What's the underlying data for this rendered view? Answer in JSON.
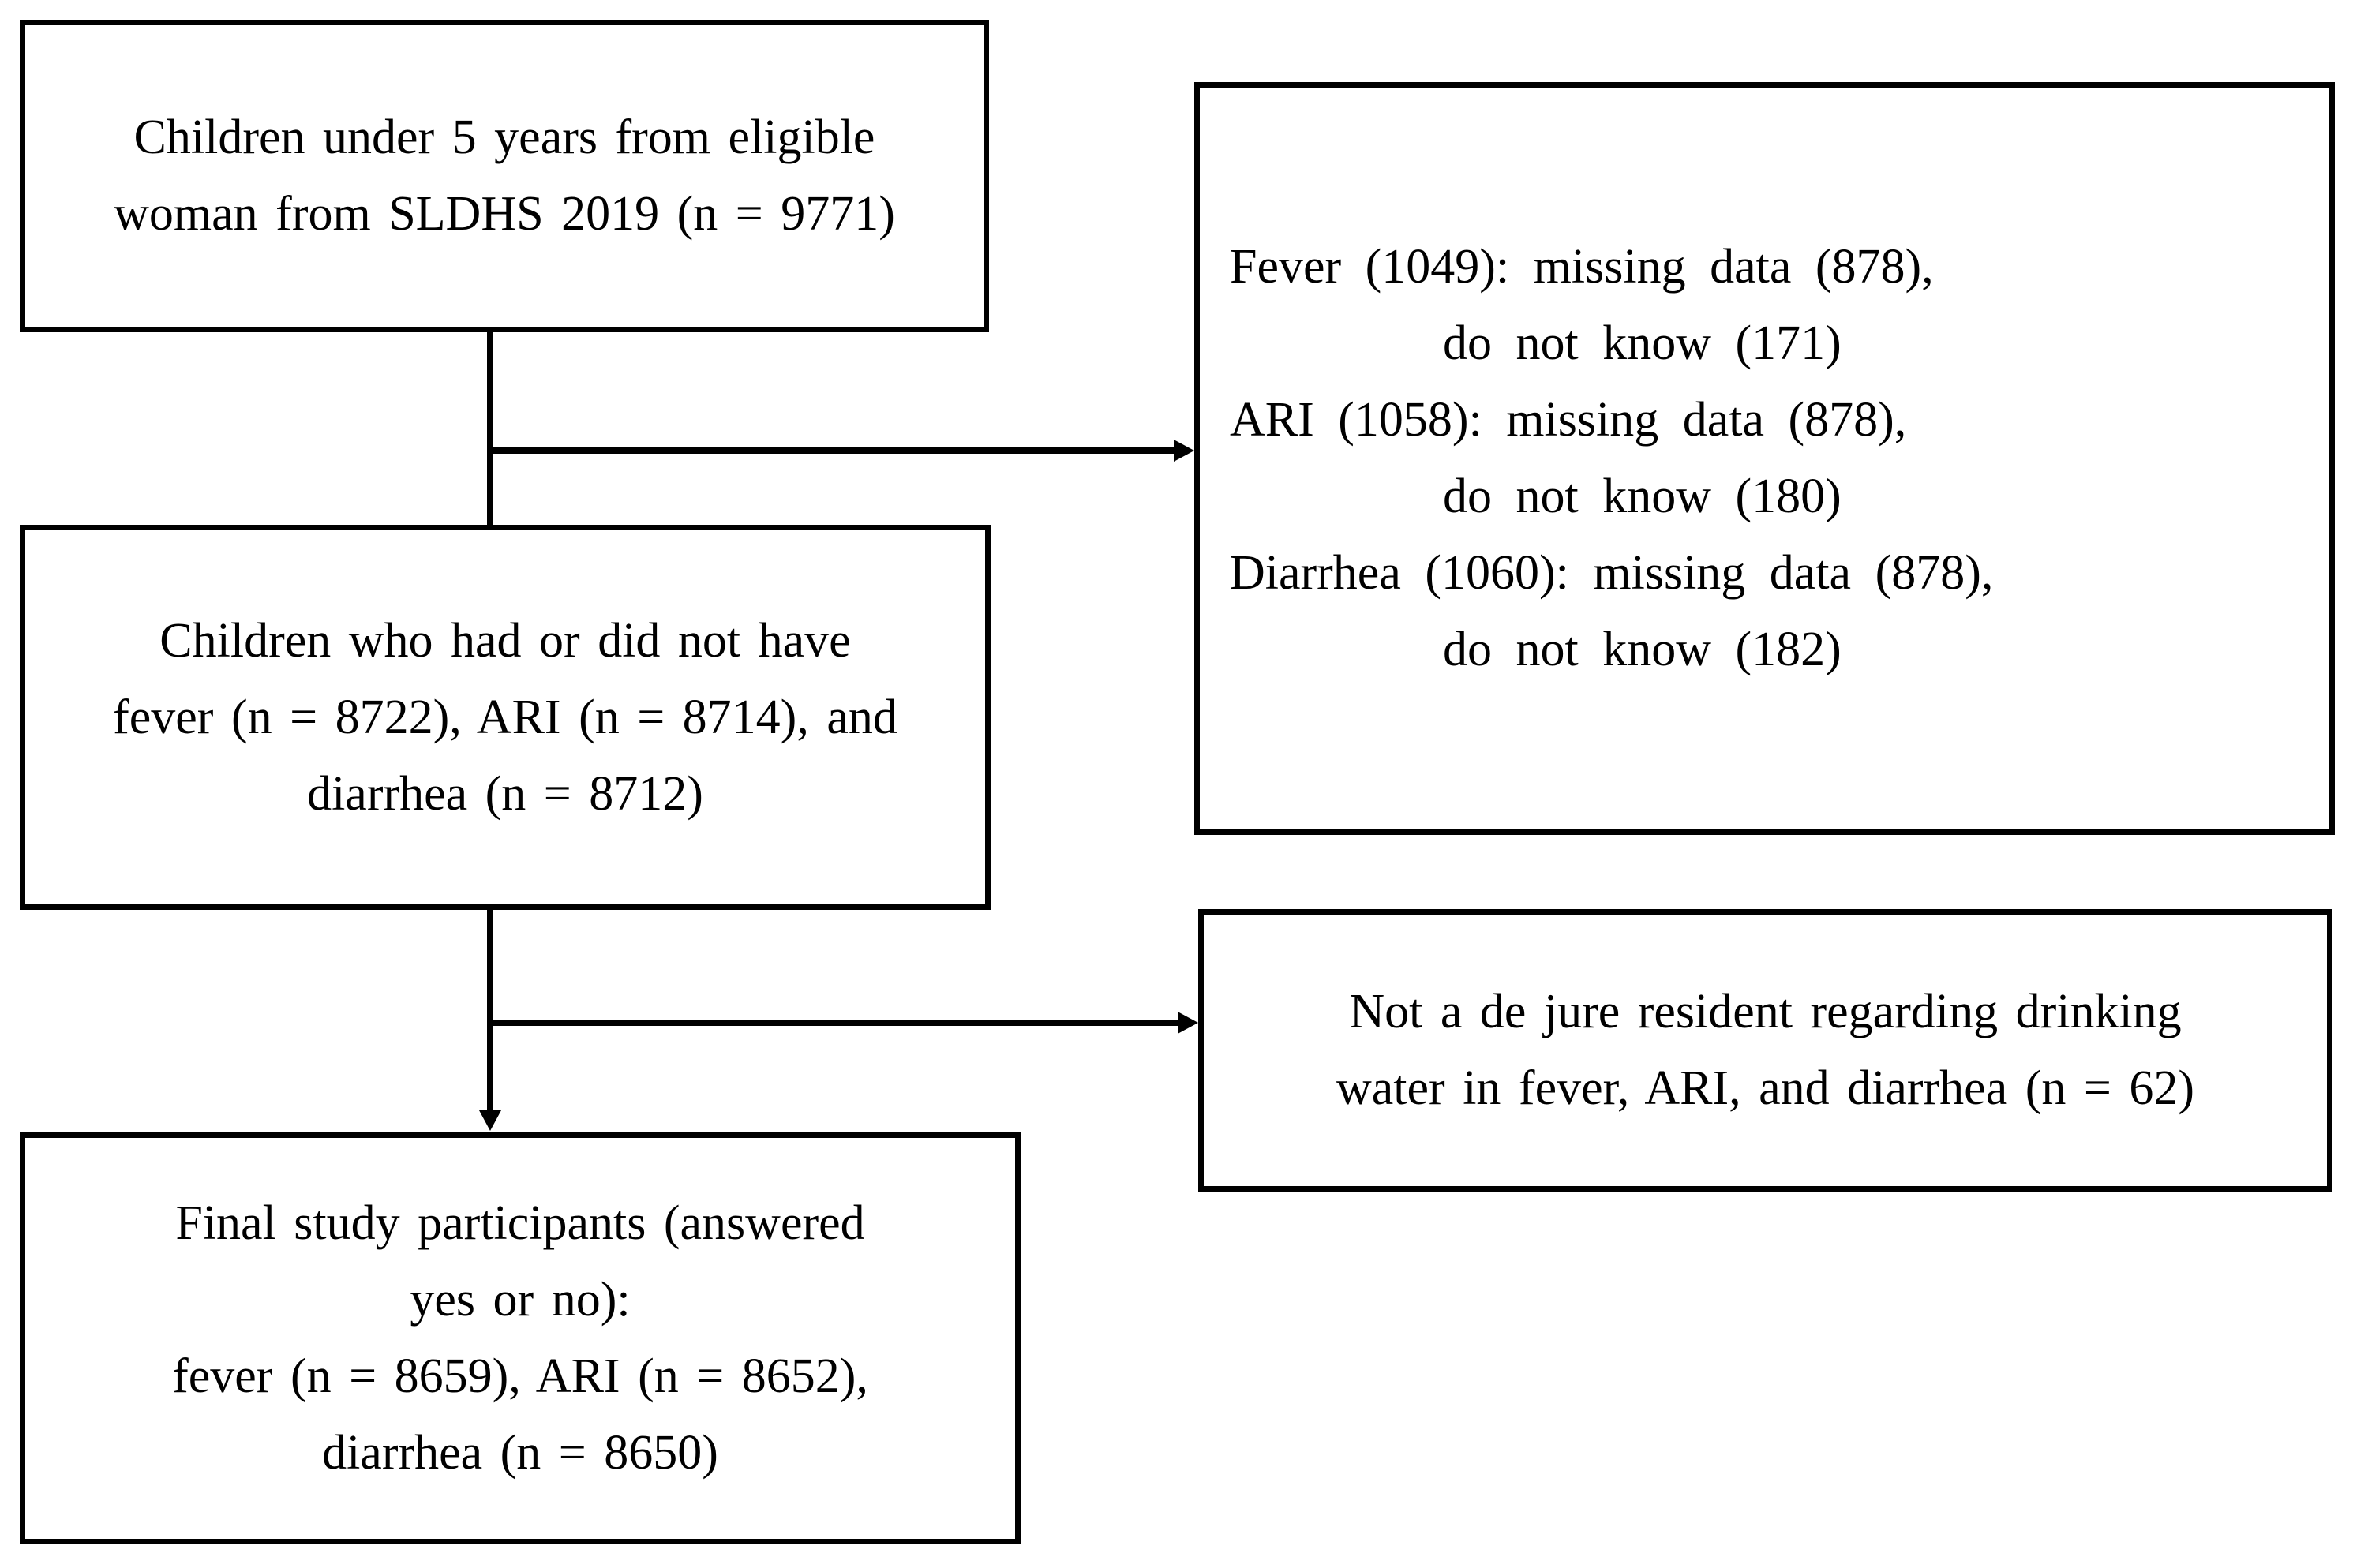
{
  "figure": {
    "description": "Flowchart of study participant selection",
    "background_color": "#ffffff",
    "stroke_color": "#000000"
  },
  "boxes": {
    "source": {
      "lines": [
        "Children under 5 years from eligible",
        "woman from SLDHS 2019 (n = 9771)"
      ]
    },
    "exclusion_missing": {
      "lines": [
        "Fever (1049): missing data (878),",
        "do not know (171)",
        "ARI (1058): missing data (878),",
        "do not know (180)",
        "Diarrhea (1060): missing data (878),",
        "do not know (182)"
      ]
    },
    "intermediate": {
      "lines": [
        "Children who had or did not have",
        "fever (n = 8722), ARI (n = 8714), and",
        "diarrhea (n = 8712)"
      ]
    },
    "exclusion_residency": {
      "lines": [
        "Not a de jure resident regarding drinking",
        "water in fever, ARI, and diarrhea (n = 62)"
      ]
    },
    "final": {
      "lines": [
        "Final study participants (answered",
        "yes or no):",
        "fever (n = 8659), ARI (n = 8652),",
        "diarrhea (n = 8650)"
      ]
    }
  }
}
